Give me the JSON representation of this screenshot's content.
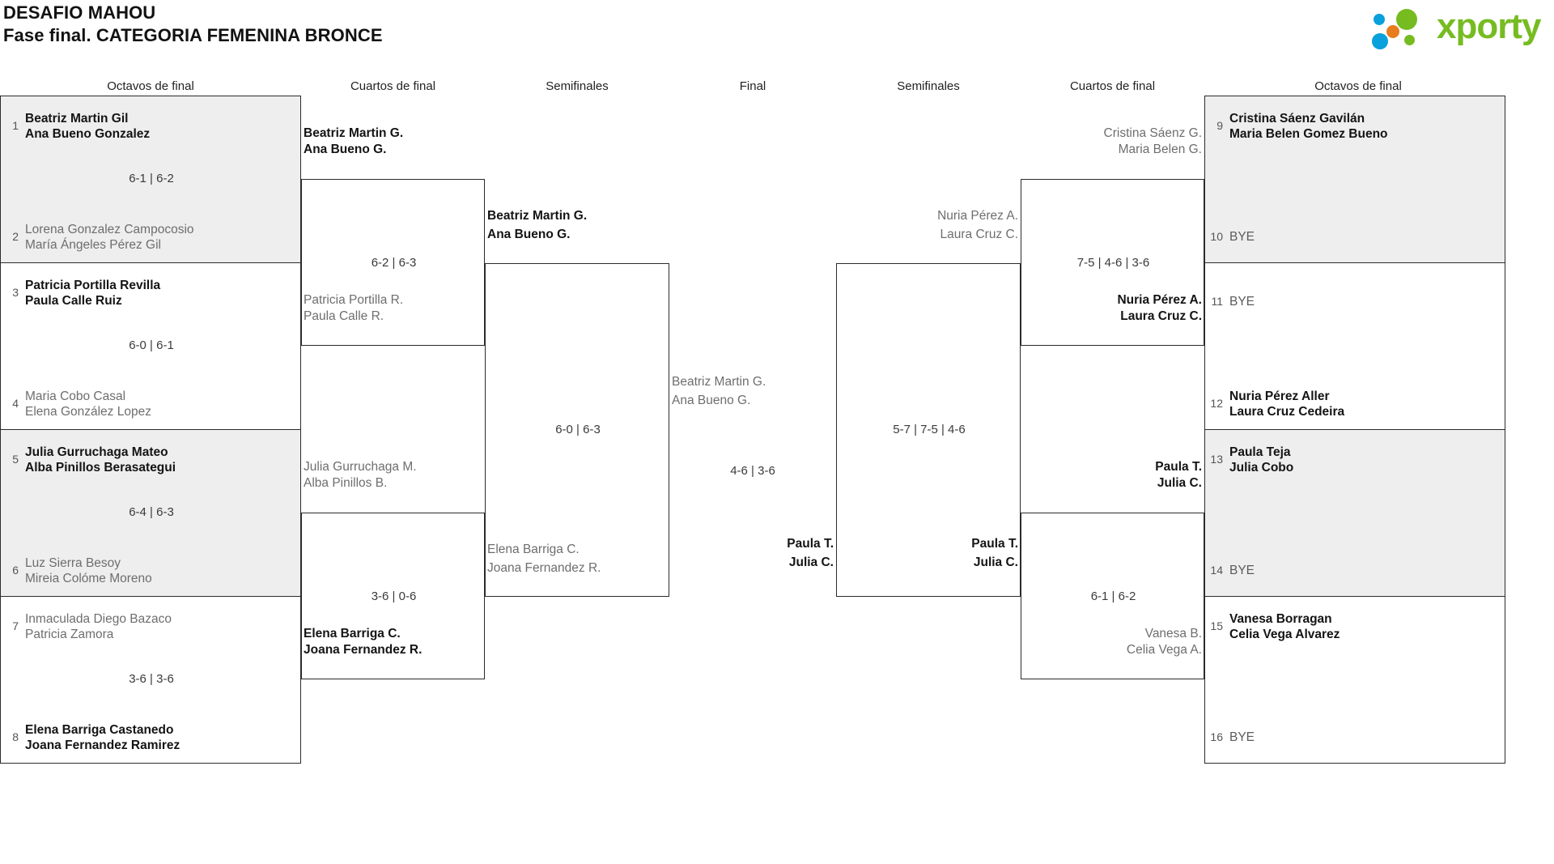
{
  "header": {
    "title_line1": "DESAFIO MAHOU",
    "title_line2": "Fase final. CATEGORIA FEMENINA BRONCE",
    "logo_text": "xporty",
    "logo_colors": {
      "green": "#76bc21",
      "blue": "#0aa0dc",
      "orange": "#e87d1e"
    }
  },
  "round_headers": {
    "left_r16": "Octavos de final",
    "left_qf": "Cuartos de final",
    "left_sf": "Semifinales",
    "final": "Final",
    "right_sf": "Semifinales",
    "right_qf": "Cuartos de final",
    "right_r16": "Octavos de final"
  },
  "left_r16": [
    {
      "seed": "1",
      "line1": "Beatriz Martin Gil",
      "line2": "Ana Bueno Gonzalez",
      "state": "win"
    },
    {
      "seed": "2",
      "line1": "Lorena Gonzalez Campocosio",
      "line2": "María Ángeles Pérez Gil",
      "state": "lose"
    },
    {
      "seed": "3",
      "line1": "Patricia Portilla Revilla",
      "line2": "Paula Calle Ruiz",
      "state": "win"
    },
    {
      "seed": "4",
      "line1": "Maria Cobo Casal",
      "line2": "Elena González Lopez",
      "state": "lose"
    },
    {
      "seed": "5",
      "line1": "Julia Gurruchaga Mateo",
      "line2": "Alba Pinillos Berasategui",
      "state": "win"
    },
    {
      "seed": "6",
      "line1": "Luz Sierra Besoy",
      "line2": "Mireia Colóme Moreno",
      "state": "lose"
    },
    {
      "seed": "7",
      "line1": "Inmaculada Diego Bazaco",
      "line2": "Patricia Zamora",
      "state": "lose"
    },
    {
      "seed": "8",
      "line1": "Elena Barriga Castanedo",
      "line2": "Joana Fernandez Ramirez",
      "state": "win"
    }
  ],
  "left_r16_scores": [
    "6-1 | 6-2",
    "6-0 | 6-1",
    "6-4 | 6-3",
    "3-6 | 3-6"
  ],
  "left_qf": [
    {
      "line1": "Beatriz Martin G.",
      "line2": "Ana Bueno G.",
      "state": "win"
    },
    {
      "line1": "Patricia Portilla R.",
      "line2": "Paula Calle R.",
      "state": "lose"
    },
    {
      "line1": "Julia Gurruchaga M.",
      "line2": "Alba Pinillos B.",
      "state": "lose"
    },
    {
      "line1": "Elena Barriga C.",
      "line2": "Joana Fernandez R.",
      "state": "win"
    }
  ],
  "left_qf_scores": [
    "6-2 | 6-3",
    "3-6 | 0-6"
  ],
  "left_sf": [
    {
      "line1": "Beatriz Martin G.",
      "line2": "Ana Bueno G.",
      "state": "win"
    },
    {
      "line1": "Elena Barriga C.",
      "line2": "Joana Fernandez R.",
      "state": "lose"
    }
  ],
  "left_sf_scores": [
    "6-0 | 6-3"
  ],
  "final": {
    "top": {
      "line1": "Beatriz Martin G.",
      "line2": "Ana Bueno G.",
      "state": "lose"
    },
    "bottom": {
      "line1": "Paula T.",
      "line2": "Julia C.",
      "state": "win"
    },
    "score": "4-6 | 3-6"
  },
  "right_sf": [
    {
      "line1": "Nuria Pérez A.",
      "line2": "Laura Cruz C.",
      "state": "lose"
    },
    {
      "line1": "Paula T.",
      "line2": "Julia C.",
      "state": "win"
    }
  ],
  "right_sf_scores": [
    "5-7 | 7-5 | 4-6"
  ],
  "right_qf": [
    {
      "line1": "Cristina Sáenz G.",
      "line2": "Maria Belen G.",
      "state": "lose"
    },
    {
      "line1": "Nuria Pérez A.",
      "line2": "Laura Cruz C.",
      "state": "win"
    },
    {
      "line1": "Paula T.",
      "line2": "Julia C.",
      "state": "win"
    },
    {
      "line1": "Vanesa B.",
      "line2": "Celia Vega A.",
      "state": "lose"
    }
  ],
  "right_qf_scores": [
    "7-5 | 4-6 | 3-6",
    "6-1 | 6-2"
  ],
  "right_r16": [
    {
      "seed": "9",
      "line1": "Cristina Sáenz Gavilán",
      "line2": "Maria Belen Gomez Bueno",
      "state": "win"
    },
    {
      "seed": "10",
      "bye": "BYE"
    },
    {
      "seed": "11",
      "bye": "BYE"
    },
    {
      "seed": "12",
      "line1": "Nuria Pérez Aller",
      "line2": "Laura Cruz Cedeira",
      "state": "win"
    },
    {
      "seed": "13",
      "line1": "Paula Teja",
      "line2": "Julia Cobo",
      "state": "win"
    },
    {
      "seed": "14",
      "bye": "BYE"
    },
    {
      "seed": "15",
      "line1": "Vanesa Borragan",
      "line2": "Celia Vega Alvarez",
      "state": "win"
    },
    {
      "seed": "16",
      "bye": "BYE"
    }
  ]
}
